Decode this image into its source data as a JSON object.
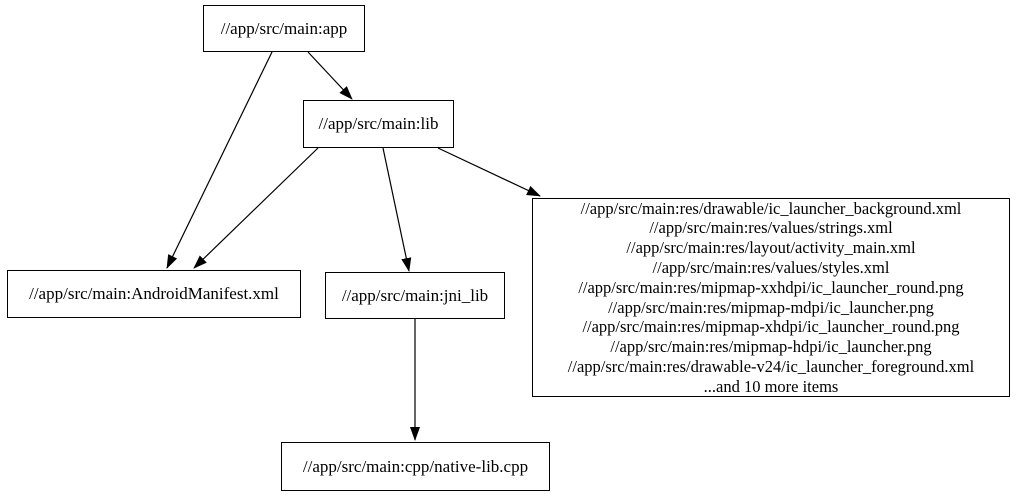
{
  "graph": {
    "nodes": {
      "app": {
        "label": "//app/src/main:app"
      },
      "lib": {
        "label": "//app/src/main:lib"
      },
      "manifest": {
        "label": "//app/src/main:AndroidManifest.xml"
      },
      "jni_lib": {
        "label": "//app/src/main:jni_lib"
      },
      "native_lib": {
        "label": "//app/src/main:cpp/native-lib.cpp"
      },
      "res_group": {
        "lines": [
          "//app/src/main:res/drawable/ic_launcher_background.xml",
          "//app/src/main:res/values/strings.xml",
          "//app/src/main:res/layout/activity_main.xml",
          "//app/src/main:res/values/styles.xml",
          "//app/src/main:res/mipmap-xxhdpi/ic_launcher_round.png",
          "//app/src/main:res/mipmap-mdpi/ic_launcher.png",
          "//app/src/main:res/mipmap-xhdpi/ic_launcher_round.png",
          "//app/src/main:res/mipmap-hdpi/ic_launcher.png",
          "//app/src/main:res/drawable-v24/ic_launcher_foreground.xml",
          "...and 10 more items"
        ]
      }
    },
    "edges": [
      {
        "from": "app",
        "to": "manifest"
      },
      {
        "from": "app",
        "to": "lib"
      },
      {
        "from": "lib",
        "to": "manifest"
      },
      {
        "from": "lib",
        "to": "jni_lib"
      },
      {
        "from": "lib",
        "to": "res_group"
      },
      {
        "from": "jni_lib",
        "to": "native_lib"
      }
    ],
    "colors": {
      "background": "#ffffff",
      "node_fill": "#ffffff",
      "node_border": "#000000",
      "edge": "#000000",
      "text": "#000000"
    }
  }
}
